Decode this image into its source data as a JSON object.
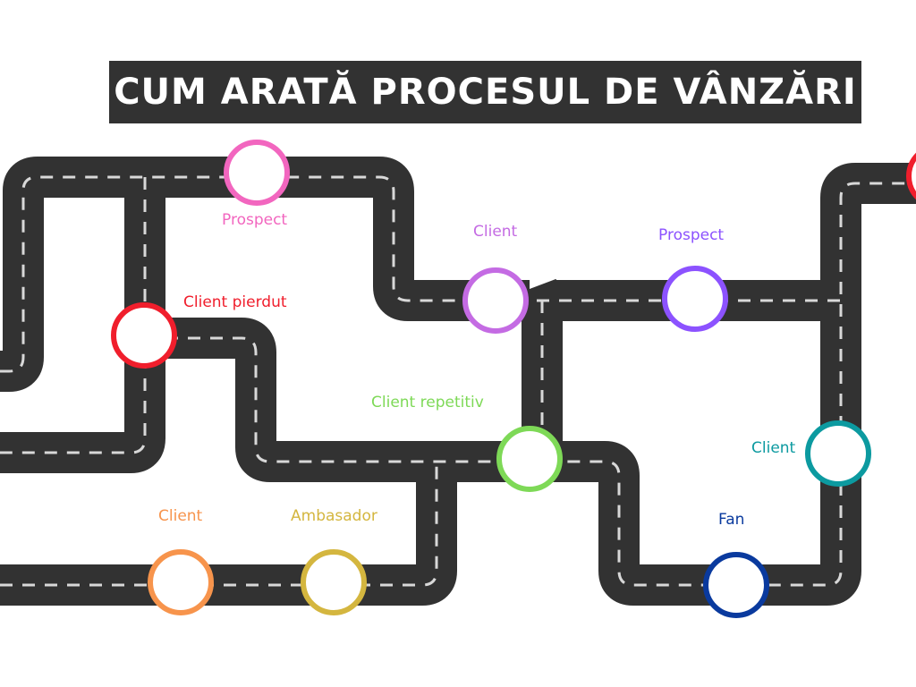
{
  "title": "CUM ARATĂ PROCESUL DE VÂNZĂRI",
  "stations": [
    {
      "id": "prospect-pink",
      "label": "Prospect",
      "color": "#f266bf"
    },
    {
      "id": "client-lost",
      "label": "Client pierdut",
      "color": "#f01e2c"
    },
    {
      "id": "client-lilac",
      "label": "Client",
      "color": "#c46be3"
    },
    {
      "id": "prospect-violet",
      "label": "Prospect",
      "color": "#8c52ff"
    },
    {
      "id": "client-repeat",
      "label": "Client repetitiv",
      "color": "#7ed957"
    },
    {
      "id": "client-teal",
      "label": "Client",
      "color": "#0c9aa0"
    },
    {
      "id": "client-orange",
      "label": "Client",
      "color": "#f7944c"
    },
    {
      "id": "ambassador",
      "label": "Ambasador",
      "color": "#d4b63f"
    },
    {
      "id": "fan",
      "label": "Fan",
      "color": "#0a3a9e"
    },
    {
      "id": "edge-red",
      "label": "",
      "color": "#f01e2c"
    }
  ],
  "colors": {
    "road": "#323232",
    "dash": "#d8d8d8",
    "title_bg": "#323232"
  }
}
